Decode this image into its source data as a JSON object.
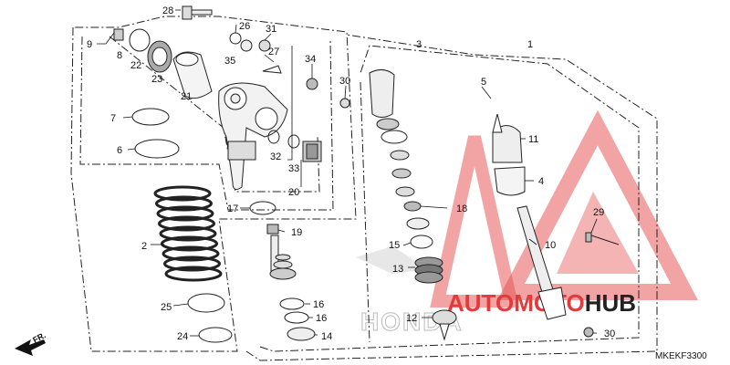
{
  "diagram": {
    "code": "MKEKF3300",
    "direction_label": "FR.",
    "watermark_text": "AUTOMOTOHUB",
    "brand_text": "HONDA",
    "colors": {
      "watermark_red": "#e23b3b",
      "watermark_gray": "#c8c8c8",
      "ink": "#222222",
      "hub": "#222222"
    }
  },
  "callouts": {
    "c1": "1",
    "c2": "2",
    "c3": "3",
    "c4": "4",
    "c5": "5",
    "c6": "6",
    "c7": "7",
    "c8": "8",
    "c9": "9",
    "c10": "10",
    "c11": "11",
    "c12": "12",
    "c13": "13",
    "c14": "14",
    "c15": "15",
    "c16a": "16",
    "c16b": "16",
    "c17": "17",
    "c18": "18",
    "c19": "19",
    "c20": "20",
    "c21": "21",
    "c22": "22",
    "c23": "23",
    "c24": "24",
    "c25": "25",
    "c26": "26",
    "c27": "27",
    "c28": "28",
    "c29": "29",
    "c30a": "30",
    "c30b": "30",
    "c31": "31",
    "c32": "32",
    "c33": "33",
    "c34": "34",
    "c35": "35"
  }
}
